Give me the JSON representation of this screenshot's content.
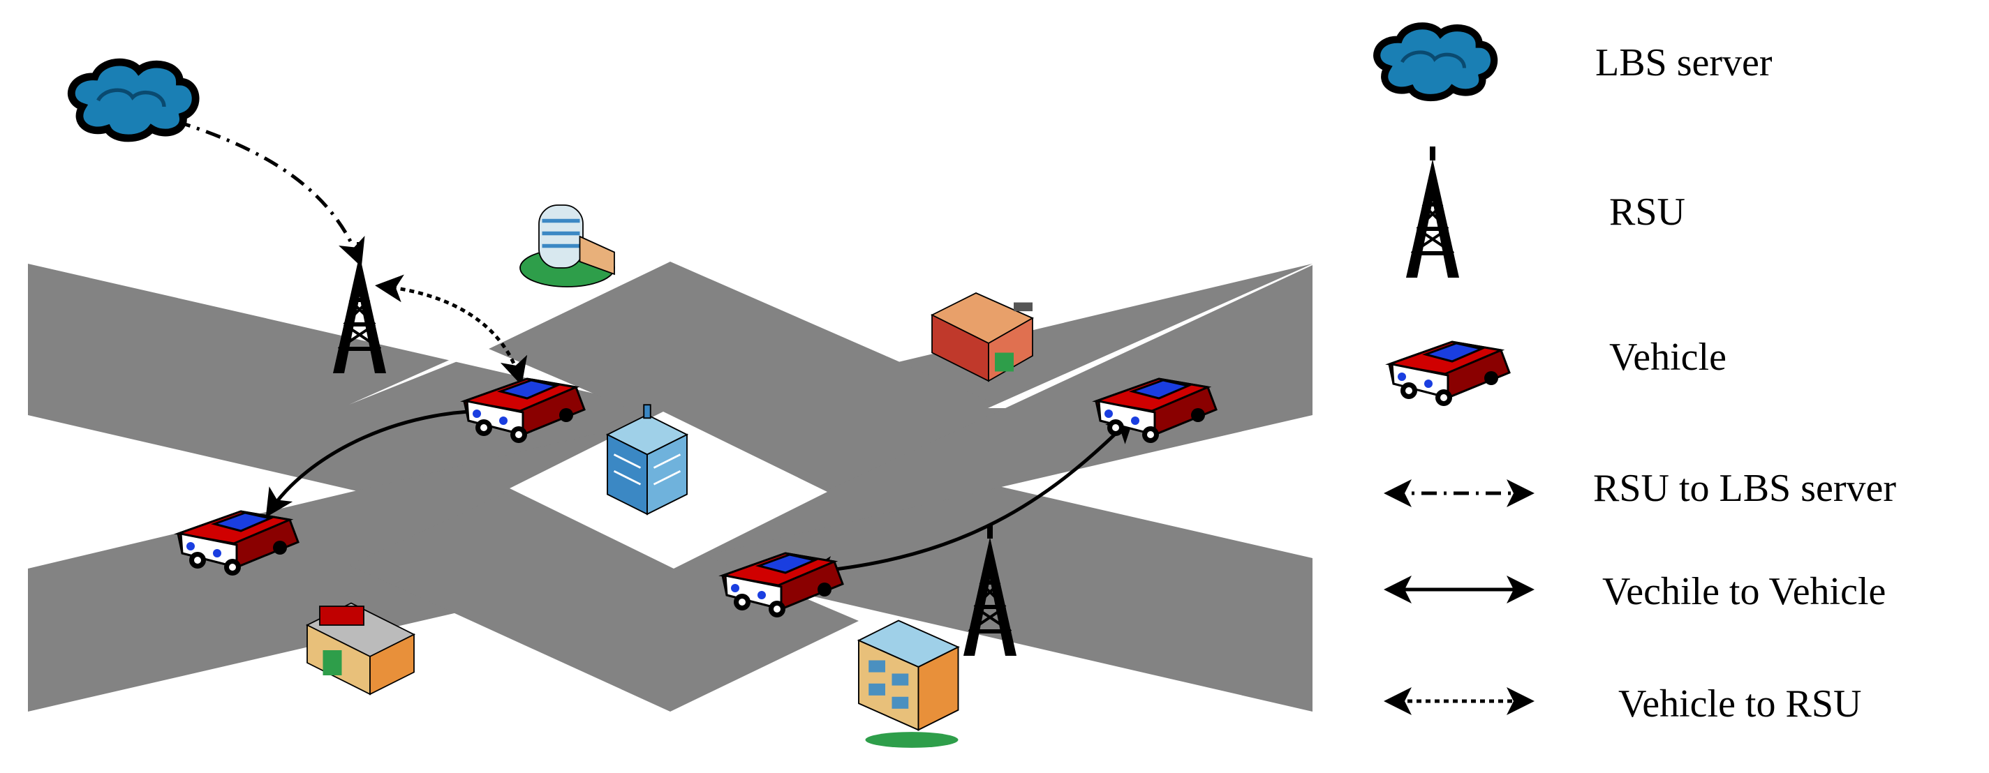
{
  "legend": {
    "lbs_server": "LBS server",
    "rsu": "RSU",
    "vehicle": "Vehicle",
    "rsu_to_lbs": "RSU to LBS server",
    "vehicle_to_vehicle": "Vechile to Vehicle",
    "vehicle_to_rsu": "Vehicle to RSU"
  },
  "colors": {
    "road": "#838383",
    "car_body": "#c00000",
    "car_roof": "#1a3ee0",
    "cloud": "#1a7fb4",
    "link": "#000000"
  },
  "icons": [
    "cloud-icon",
    "tower-icon",
    "car-icon",
    "building-icon"
  ]
}
